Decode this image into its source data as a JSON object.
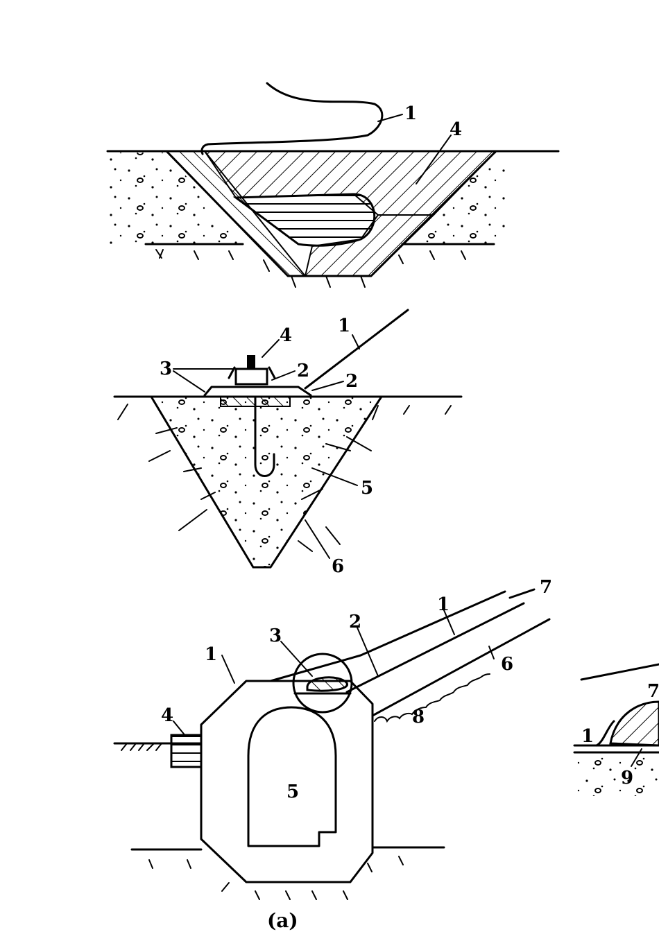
{
  "figure1": {
    "labels": [
      "1",
      "4"
    ]
  },
  "figure2": {
    "labels": [
      "1",
      "4",
      "3",
      "2",
      "2",
      "5",
      "6"
    ]
  },
  "figure3": {
    "labels": [
      "7",
      "1",
      "2",
      "3",
      "1",
      "6",
      "4",
      "8",
      "5"
    ],
    "caption": "(a)"
  },
  "figure_right_partial": {
    "labels": [
      "7",
      "1",
      "9"
    ]
  }
}
